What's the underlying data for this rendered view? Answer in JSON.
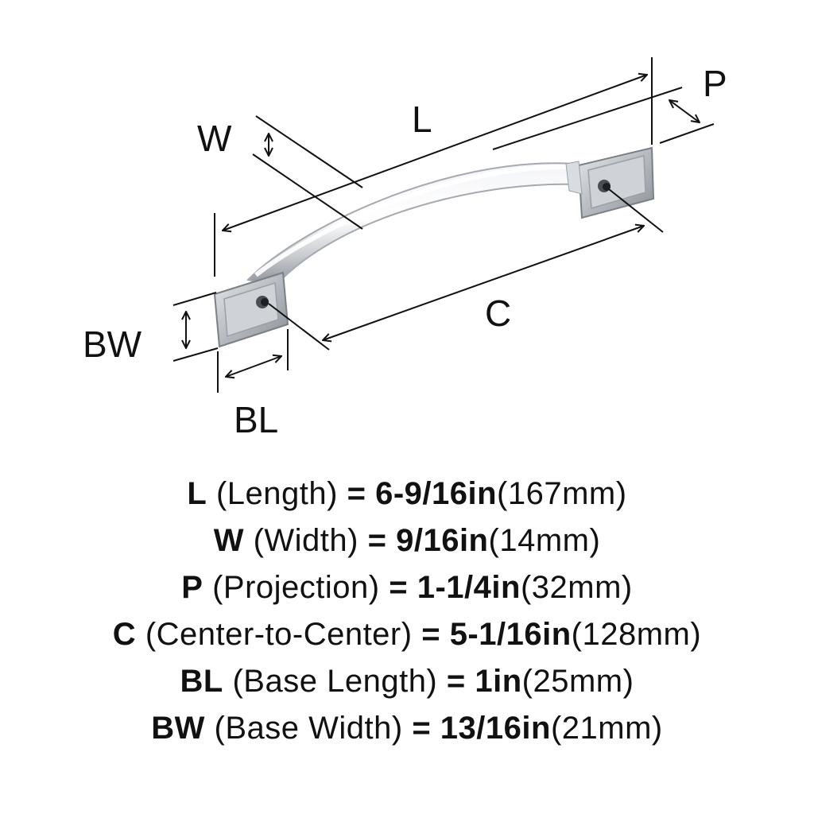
{
  "diagram": {
    "labels": {
      "L": "L",
      "W": "W",
      "P": "P",
      "C": "C",
      "BW": "BW",
      "BL": "BL"
    }
  },
  "specs": [
    {
      "code": "L",
      "name": "(Length)",
      "eq": "=",
      "value": "6-9/16in",
      "metric": "(167mm)"
    },
    {
      "code": "W",
      "name": "(Width)",
      "eq": "=",
      "value": "9/16in",
      "metric": "(14mm)"
    },
    {
      "code": "P",
      "name": "(Projection)",
      "eq": "=",
      "value": "1-1/4in",
      "metric": "(32mm)"
    },
    {
      "code": "C",
      "name": "(Center-to-Center)",
      "eq": "=",
      "value": "5-1/16in",
      "metric": "(128mm)"
    },
    {
      "code": "BL",
      "name": "(Base Length)",
      "eq": "=",
      "value": "1in",
      "metric": "(25mm)"
    },
    {
      "code": "BW",
      "name": "(Base Width)",
      "eq": "=",
      "value": "13/16in",
      "metric": "(21mm)"
    }
  ]
}
